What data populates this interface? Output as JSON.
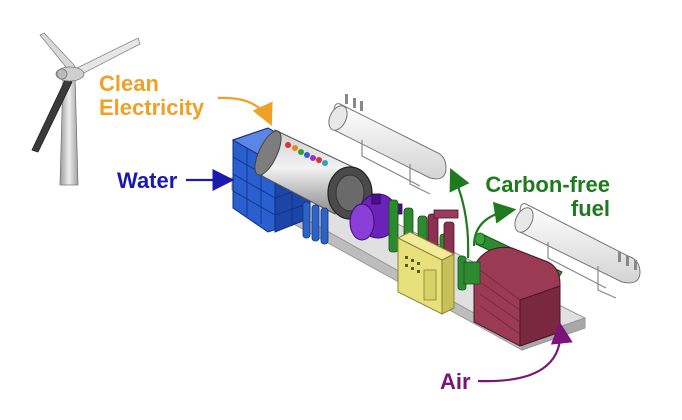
{
  "labels": {
    "clean_line1": "Clean",
    "clean_line2": "Electricity",
    "water": "Water",
    "fuel_line1": "Carbon-free",
    "fuel_line2": "fuel",
    "air": "Air"
  },
  "colors": {
    "clean": "#f0a024",
    "water": "#1a1ab0",
    "fuel": "#1f7a1f",
    "air": "#7a1478",
    "water_tanks": "#2255c8",
    "electrolyzer": "#5a5a5a",
    "purple_unit": "#6a22b8",
    "control_panel": "#e8e07a",
    "housing": "#9a3a55",
    "storage_tanks": "#f2f2f2",
    "platform": "#d8d8d8"
  },
  "icons": {
    "turbine": "wind-turbine-icon",
    "tank": "storage-tank-icon"
  }
}
